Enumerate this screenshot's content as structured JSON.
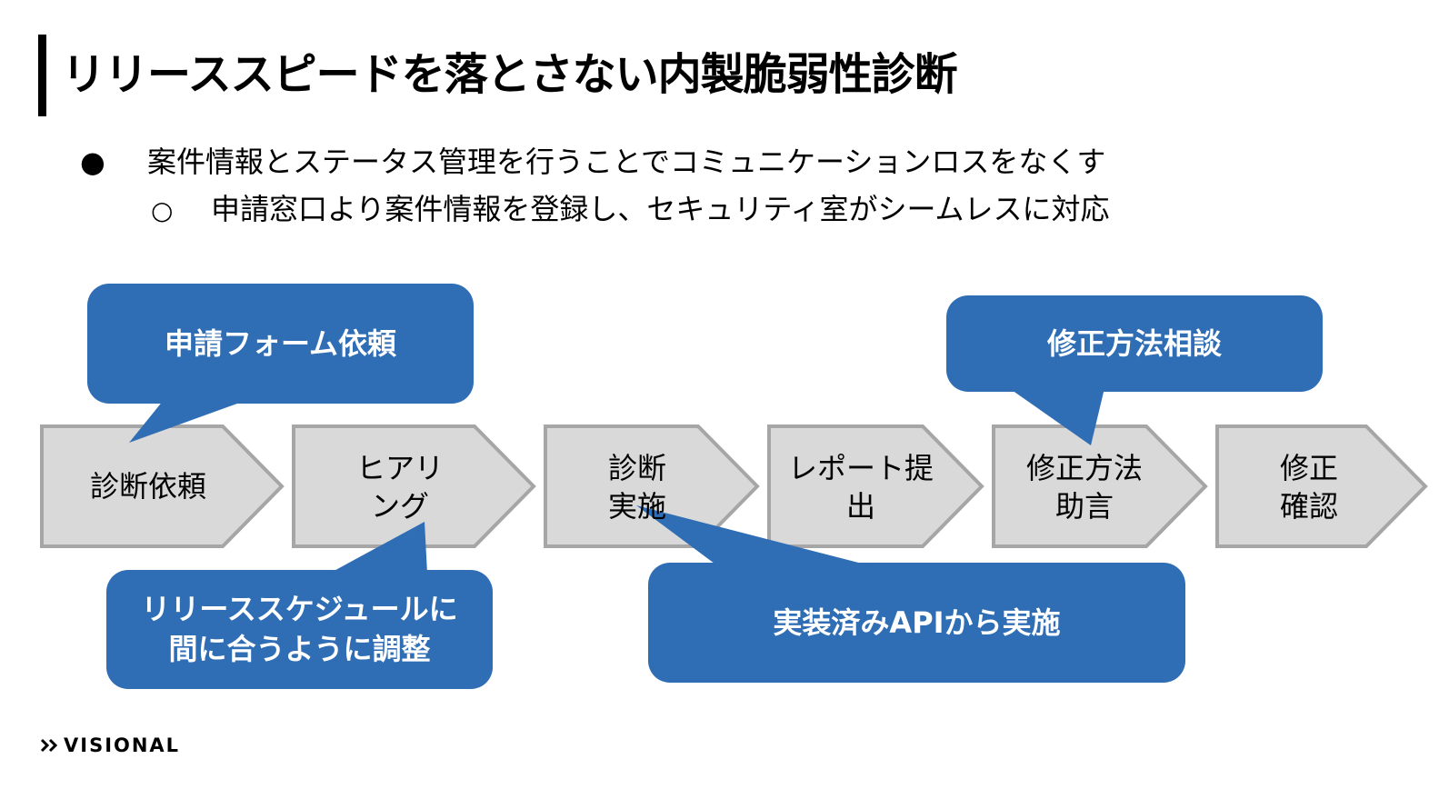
{
  "slide": {
    "title": "リリーススピードを落とさない内製脆弱性診断",
    "bullets": [
      {
        "mark": "●",
        "text": "案件情報とステータス管理を行うことでコミュニケーションロスをなくす"
      },
      {
        "mark": "○",
        "text": "申請窓口より案件情報を登録し、セキュリティ室がシームレスに対応"
      }
    ]
  },
  "flow": {
    "steps": [
      {
        "label": "診断依頼"
      },
      {
        "label": "ヒアリ\nング"
      },
      {
        "label": "診断\n実施"
      },
      {
        "label": "レポート提\n出"
      },
      {
        "label": "修正方法\n助言"
      },
      {
        "label": "修正\n確認"
      }
    ],
    "callouts": [
      {
        "text": "申請フォーム依頼"
      },
      {
        "text": "リリーススケジュールに\n間に合うように調整"
      },
      {
        "text": "実装済みAPIから実施"
      },
      {
        "text": "修正方法相談"
      }
    ]
  },
  "brand": {
    "logo_mark": "»",
    "logo_text": "VISIONAL"
  },
  "colors": {
    "callout_fill": "#2f6db5",
    "chevron_fill": "#d9d9d9",
    "chevron_stroke": "#a6a6a6"
  }
}
